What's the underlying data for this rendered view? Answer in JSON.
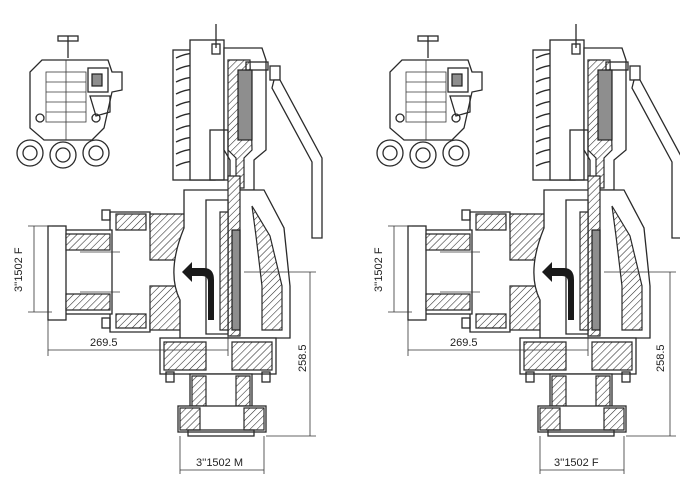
{
  "colors": {
    "line": "#2a2a2a",
    "hatch_fill": "#8e8e8e",
    "background": "#ffffff"
  },
  "left_drawing": {
    "inlet_label": "3''1502 F",
    "horizontal_dim": "269.5",
    "vertical_dim": "258.5",
    "outlet_label": "3''1502 M"
  },
  "right_drawing": {
    "inlet_label": "3''1502 F",
    "horizontal_dim": "269.5",
    "vertical_dim": "258.5",
    "outlet_label": "3''1502 F"
  }
}
